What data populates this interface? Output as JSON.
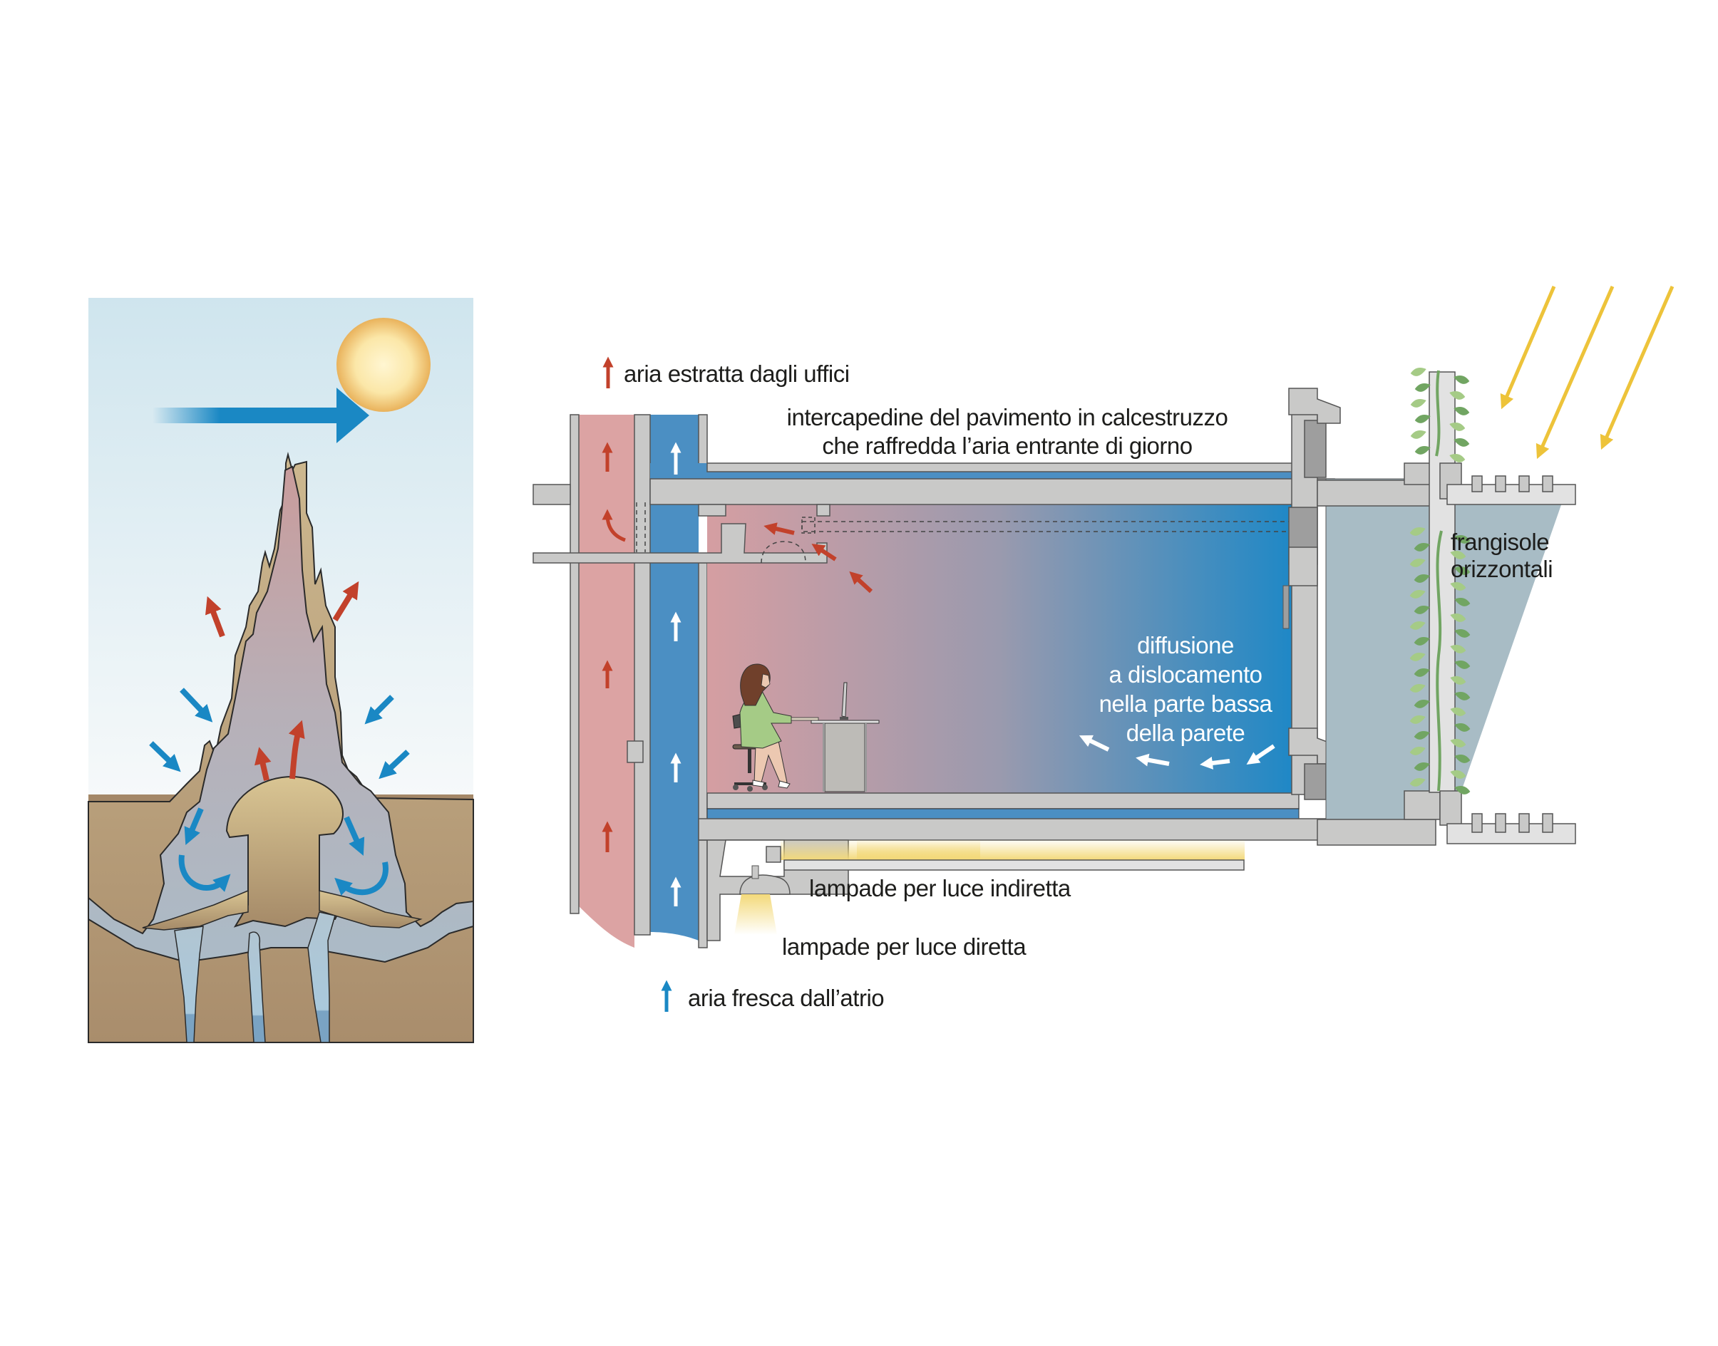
{
  "diagram": {
    "title": "Termitaio e ventilazione naturale dell'edificio",
    "colors": {
      "sky_top": "#d0e6ef",
      "sky_bottom": "#f4f8fa",
      "soil": "#9a7d5e",
      "soil_dark": "#8b7156",
      "mound": "#b9a37f",
      "mound_light": "#d6c194",
      "cool_air": "#1a88c4",
      "warm_air": "#c2412b",
      "exhaust_duct": "#dca3a3",
      "supply_duct": "#4b8fc3",
      "concrete": "#c9c9c8",
      "concrete_light": "#e2e2e2",
      "concrete_dark": "#9e9e9e",
      "glass_zone": "#a8bcc5",
      "plant_light": "#a5cb86",
      "plant_dark": "#71a562",
      "sun_rays": "#edc33a",
      "lamp_glow": "#f3d97a",
      "text": "#1d1d1b"
    },
    "left_panel": {
      "name": "termite-mound",
      "elements": [
        "sun",
        "wind-arrow",
        "mound",
        "fungus-garden",
        "water-channels"
      ],
      "arrows": {
        "warm_air_out": 4,
        "cool_air_in": 4,
        "cool_air_down": 2,
        "circulation_loops": 2
      }
    },
    "labels": {
      "extracted_air": "aria estratta dagli uffici",
      "floor_cavity_line1": "intercapedine del pavimento in calcestruzzo",
      "floor_cavity_line2": "che raffredda l’aria entrante di giorno",
      "displacement_line1": "diffusione",
      "displacement_line2": "a dislocamento",
      "displacement_line3": "nella parte bassa",
      "displacement_line4": "della parete",
      "brise_soleil_line1": "frangisole",
      "brise_soleil_line2": "orizzontali",
      "indirect_lamps": "lampade per luce indiretta",
      "direct_lamps": "lampade per luce diretta",
      "fresh_air": "aria fresca dall’atrio"
    },
    "legend": [
      {
        "key": "extracted_air",
        "color": "#c2412b"
      },
      {
        "key": "fresh_air",
        "color": "#1a88c4"
      }
    ]
  }
}
